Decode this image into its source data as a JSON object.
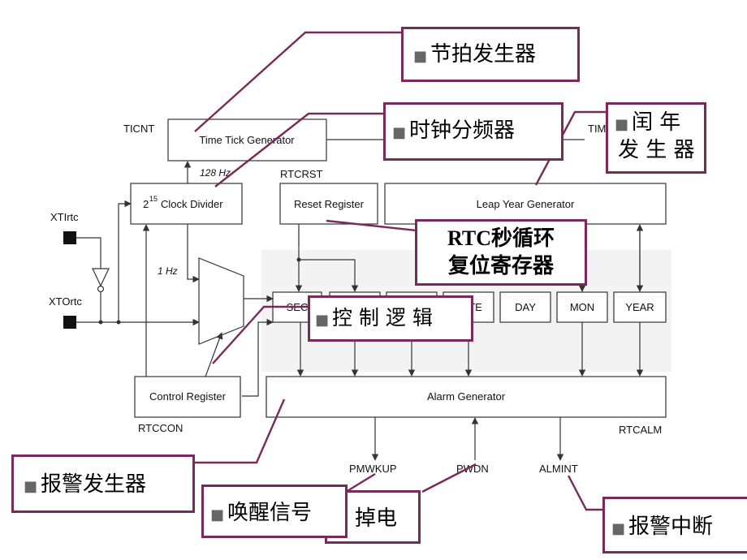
{
  "blocks": {
    "time_tick": "Time Tick Generator",
    "clock_divider": "Clock Divider",
    "clock_divider_base": "2",
    "clock_divider_exp": "15",
    "reset_register": "Reset Register",
    "leap_year": "Leap Year Generator",
    "sec": "SEC",
    "date": "DATE",
    "day": "DAY",
    "mon": "MON",
    "year": "YEAR",
    "control_register": "Control Register",
    "alarm_generator": "Alarm Generator"
  },
  "labels": {
    "ticnt": "TICNT",
    "hz128": "128 Hz",
    "rtcrst": "RTCRST",
    "tim": "TIM",
    "xtirtc": "XTIrtc",
    "xtortc": "XTOrtc",
    "hz1": "1 Hz",
    "rtccon": "RTCCON",
    "rtcalm": "RTCALM",
    "pmwkup": "PMWKUP",
    "pwdn": "PWDN",
    "almint": "ALMINT"
  },
  "callouts": {
    "beat_generator": "节拍发生器",
    "clock_divider": "时钟分频器",
    "leap_year_line1": "闰 年",
    "leap_year_line2": "发 生 器",
    "rtc_reset_line1": "RTC秒循环",
    "rtc_reset_line2": "复位寄存器",
    "control_logic": "控 制 逻 辑",
    "alarm_generator": "报警发生器",
    "wakeup_signal": "唤醒信号",
    "power_down": "掉电",
    "alarm_interrupt": "报警中断"
  },
  "colors": {
    "callout_border": "#7a2a5a",
    "bullet": "#666666"
  }
}
